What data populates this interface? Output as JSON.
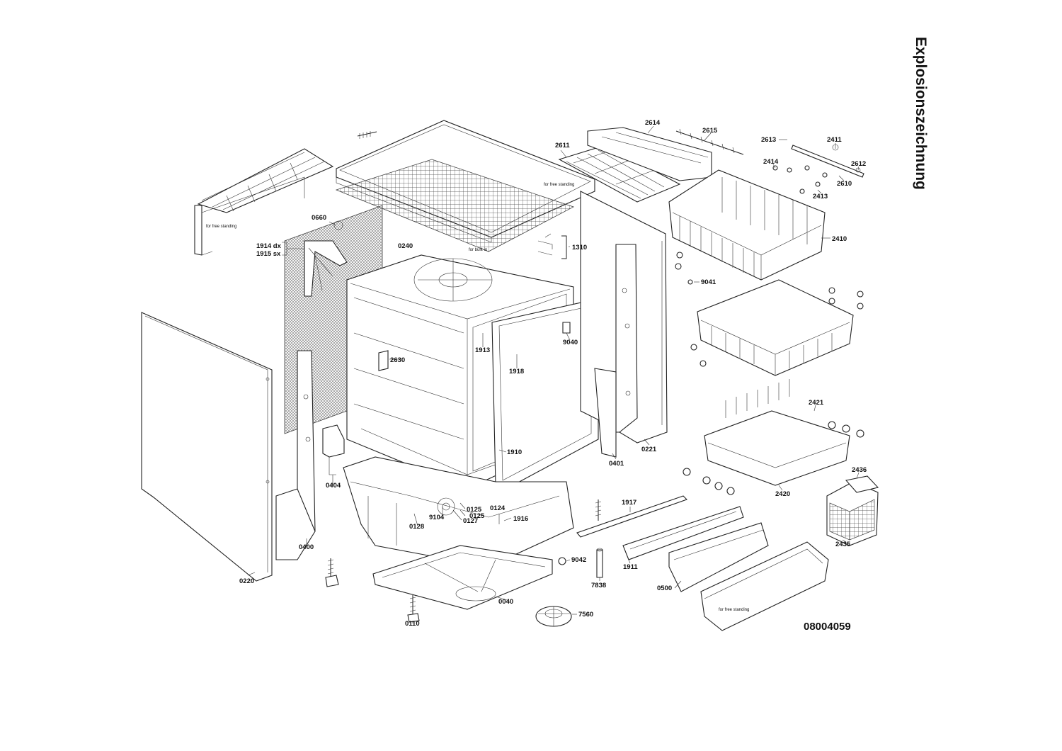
{
  "title": "Explosionszeichnung",
  "drawing_number": "08004059",
  "notes": {
    "free_standing_top": "for free standing",
    "free_standing_left": "for free standing",
    "free_standing_bottom": "for free standing",
    "built_in": "for built-in"
  },
  "labels": {
    "p0220": "0220",
    "p0400": "0400",
    "p0404": "0404",
    "p0660": "0660",
    "p1914": "1914 dx",
    "p1915": "1915 sx",
    "p0240": "0240",
    "p2630": "2630",
    "p1913": "1913",
    "p1918": "1918",
    "p9040": "9040",
    "p1910": "1910",
    "p0125a": "0125",
    "p0125b": "0125",
    "p9104": "9104",
    "p0127": "0127",
    "p0124": "0124",
    "p1916": "1916",
    "p0128": "0128",
    "p0040": "0040",
    "p0110": "0110",
    "p7560": "7560",
    "p9042": "9042",
    "p7838": "7838",
    "p1917": "1917",
    "p1911": "1911",
    "p0500": "0500",
    "p0401": "0401",
    "p0221": "0221",
    "p1310": "1310",
    "p2611": "2611",
    "p2614": "2614",
    "p2615": "2615",
    "p2613": "2613",
    "p2411": "2411",
    "p2414": "2414",
    "p2612": "2612",
    "p2413": "2413",
    "p2610": "2610",
    "p2410": "2410",
    "p9041": "9041",
    "p2421": "2421",
    "p2420": "2420",
    "p2436": "2436",
    "p2435": "2435"
  },
  "colors": {
    "line": "#222222",
    "background": "#ffffff"
  }
}
